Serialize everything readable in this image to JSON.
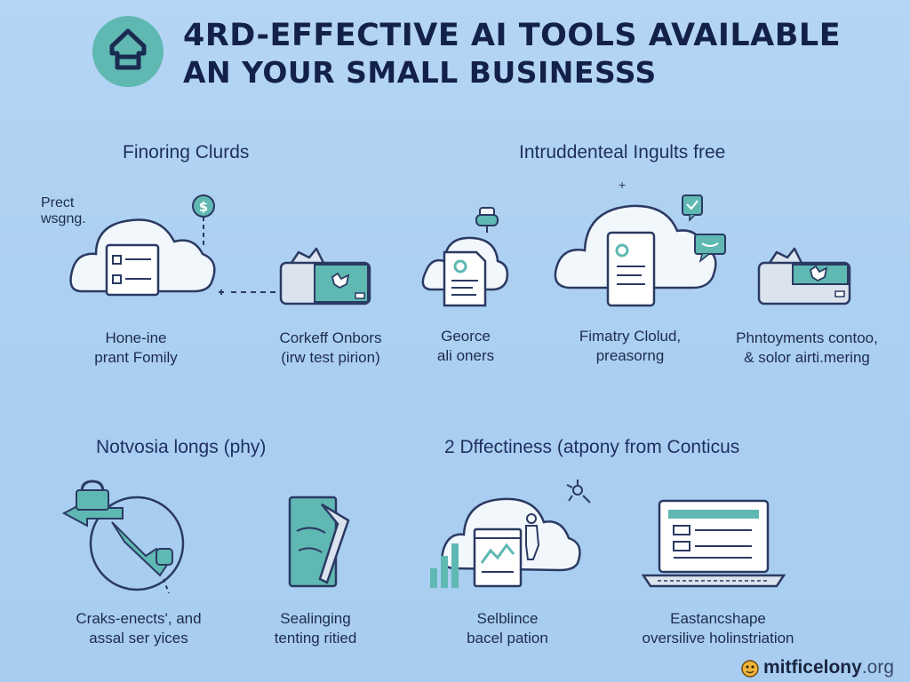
{
  "header": {
    "title_line1": "4RD-EFFECTIVE AI TOOLS AVAILABLE",
    "title_line2": "AN YOUR SMALL BUSINESSS",
    "logo_icon": "house-icon"
  },
  "sections": [
    {
      "title": "Finoring Clurds"
    },
    {
      "title": "Intruddenteal Ingults free"
    },
    {
      "title": "Notvosia longs (phy)"
    },
    {
      "title": "2 Dffectiness (atpony from Conticus"
    }
  ],
  "side_note": {
    "line1": "Prect",
    "line2": "wsgng."
  },
  "plus_mark": "+",
  "items": [
    {
      "line1": "Hone-ine",
      "line2": "prant Fomily"
    },
    {
      "line1": "Corkeff Onbors",
      "line2": "(irw test pirion)"
    },
    {
      "line1": "Georce",
      "line2": "ali oners"
    },
    {
      "line1": "Fimatry Clolud,",
      "line2": "preasorng"
    },
    {
      "line1": "Phntoyments contoo,",
      "line2": "& solor airti.mering"
    },
    {
      "line1": "Craks-enects', and",
      "line2": "assal ser yices"
    },
    {
      "line1": "Sealinging",
      "line2": "tenting ritied"
    },
    {
      "line1": "Selblince",
      "line2": "bacel pation"
    },
    {
      "line1": "Eastancshape",
      "line2": "oversilive holinstriation"
    }
  ],
  "footer": {
    "brand": "mitficelony",
    "tld": ".org"
  },
  "colors": {
    "background": "#aacff2",
    "accent_teal": "#5fb8b2",
    "outline_navy": "#2b3a63",
    "cloud_fill": "#f2f7fc",
    "title_navy": "#13214a"
  }
}
